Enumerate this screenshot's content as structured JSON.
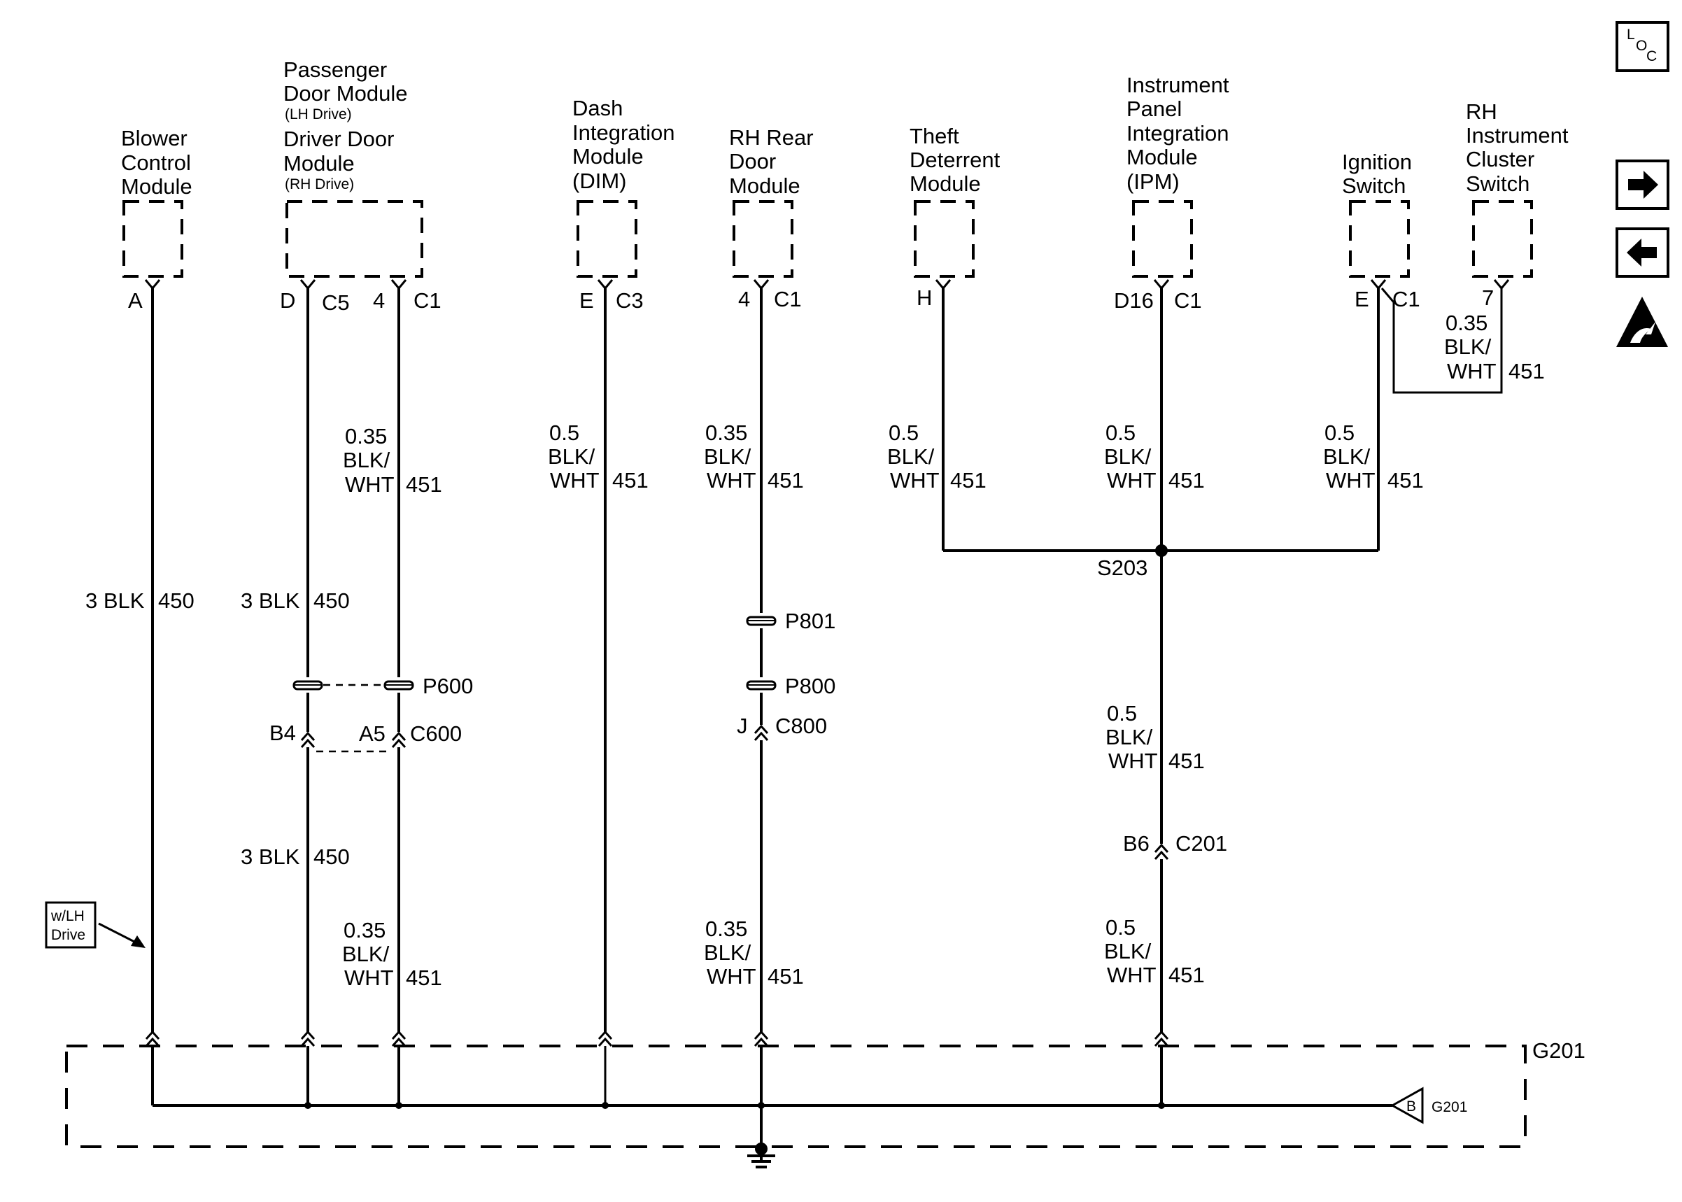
{
  "components": {
    "blower": [
      "Blower",
      "Control",
      "Module"
    ],
    "passenger_door": [
      "Passenger",
      "Door Module"
    ],
    "lh_drive": "(LH Drive)",
    "driver_door": [
      "Driver Door",
      "Module"
    ],
    "rh_drive": "(RH Drive)",
    "dim": [
      "Dash",
      "Integration",
      "Module",
      "(DIM)"
    ],
    "rh_rear_door": [
      "RH Rear",
      "Door",
      "Module"
    ],
    "theft": [
      "Theft",
      "Deterrent",
      "Module"
    ],
    "ipm": [
      "Instrument",
      "Panel",
      "Integration",
      "Module",
      "(IPM)"
    ],
    "ignition": [
      "Ignition",
      "Switch"
    ],
    "rh_cluster": [
      "RH",
      "Instrument",
      "Cluster",
      "Switch"
    ]
  },
  "pins": {
    "blower_a": "A",
    "pdm_d": "D",
    "pdm_c5": "C5",
    "pdm_4": "4",
    "pdm_c1": "C1",
    "dim_e": "E",
    "dim_c3": "C3",
    "rr_4": "4",
    "rr_c1": "C1",
    "theft_h": "H",
    "ipm_d16": "D16",
    "ipm_c1": "C1",
    "ign_e": "E",
    "ign_c1": "C1",
    "rhc_7": "7"
  },
  "wires": {
    "size_035": "0.35",
    "size_05": "0.5",
    "color_blk": "BLK/",
    "color_wht": "WHT",
    "circuit_451": "451",
    "blk450": "3 BLK",
    "circuit_450": "450"
  },
  "connectors": {
    "s203": "S203",
    "p801": "P801",
    "p800": "P800",
    "p600": "P600",
    "c600": "C600",
    "c600_b4": "B4",
    "c600_a5": "A5",
    "c800": "C800",
    "c800_j": "J",
    "c201": "C201",
    "c201_b6": "B6",
    "g201": "G201",
    "g201_pin": "B"
  },
  "notes": {
    "lh_drive_tag": [
      "w/LH",
      "Drive"
    ]
  },
  "nav": {
    "loc_l": "L",
    "loc_o": "O",
    "loc_c": "C"
  }
}
